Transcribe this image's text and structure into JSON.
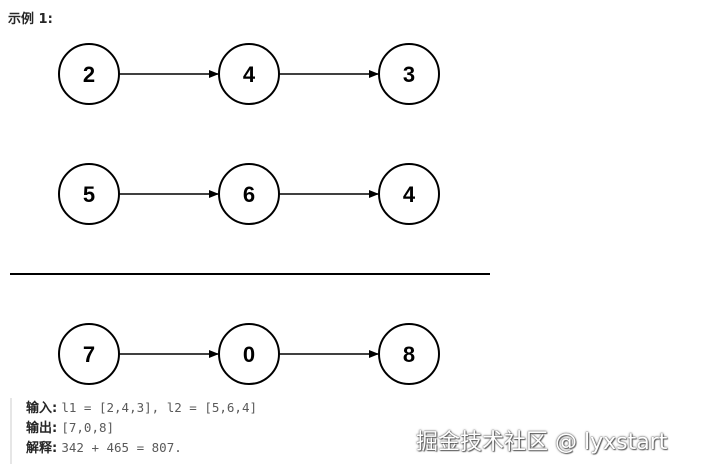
{
  "example_title": "示例 1:",
  "lists": [
    {
      "id": "l1",
      "nodes": [
        "2",
        "4",
        "3"
      ]
    },
    {
      "id": "l2",
      "nodes": [
        "5",
        "6",
        "4"
      ]
    },
    {
      "id": "result",
      "nodes": [
        "7",
        "0",
        "8"
      ]
    }
  ],
  "code": {
    "input_key": "输入:",
    "input_value": "l1 = [2,4,3], l2 = [5,6,4]",
    "output_key": "输出:",
    "output_value": "[7,0,8]",
    "explain_key": "解释:",
    "explain_value": "342 + 465 = 807."
  },
  "watermark": "掘金技术社区 @ lyxstart"
}
